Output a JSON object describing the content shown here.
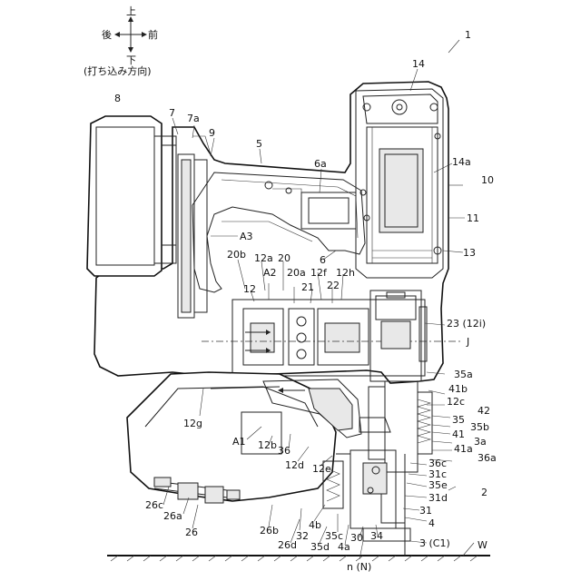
{
  "orientation": {
    "up": "上",
    "down": "下",
    "back": "後",
    "front": "前",
    "caption": "(打ち込み方向)"
  },
  "labels": [
    {
      "id": "label-1",
      "text": "1"
    },
    {
      "id": "label-14",
      "text": "14"
    },
    {
      "id": "label-8",
      "text": "8"
    },
    {
      "id": "label-7",
      "text": "7"
    },
    {
      "id": "label-7a",
      "text": "7a"
    },
    {
      "id": "label-9",
      "text": "9"
    },
    {
      "id": "label-5",
      "text": "5"
    },
    {
      "id": "label-6a",
      "text": "6a"
    },
    {
      "id": "label-14a",
      "text": "14a"
    },
    {
      "id": "label-10",
      "text": "10"
    },
    {
      "id": "label-11",
      "text": "11"
    },
    {
      "id": "label-13",
      "text": "13"
    },
    {
      "id": "label-A3",
      "text": "A3"
    },
    {
      "id": "label-6",
      "text": "6"
    },
    {
      "id": "label-20b",
      "text": "20b"
    },
    {
      "id": "label-12a",
      "text": "12a"
    },
    {
      "id": "label-20",
      "text": "20"
    },
    {
      "id": "label-12f",
      "text": "12f"
    },
    {
      "id": "label-12h",
      "text": "12h"
    },
    {
      "id": "label-12",
      "text": "12"
    },
    {
      "id": "label-A2",
      "text": "A2"
    },
    {
      "id": "label-20a",
      "text": "20a"
    },
    {
      "id": "label-21",
      "text": "21"
    },
    {
      "id": "label-22",
      "text": "22"
    },
    {
      "id": "label-23",
      "text": "23 (12i)"
    },
    {
      "id": "label-J",
      "text": "J"
    },
    {
      "id": "label-35a",
      "text": "35a"
    },
    {
      "id": "label-41b",
      "text": "41b"
    },
    {
      "id": "label-12c",
      "text": "12c"
    },
    {
      "id": "label-42",
      "text": "42"
    },
    {
      "id": "label-35",
      "text": "35"
    },
    {
      "id": "label-35b",
      "text": "35b"
    },
    {
      "id": "label-41",
      "text": "41"
    },
    {
      "id": "label-3a",
      "text": "3a"
    },
    {
      "id": "label-41a",
      "text": "41a"
    },
    {
      "id": "label-36a",
      "text": "36a"
    },
    {
      "id": "label-12g",
      "text": "12g"
    },
    {
      "id": "label-A1",
      "text": "A1"
    },
    {
      "id": "label-12b",
      "text": "12b"
    },
    {
      "id": "label-36",
      "text": "36"
    },
    {
      "id": "label-12d",
      "text": "12d"
    },
    {
      "id": "label-12e",
      "text": "12e"
    },
    {
      "id": "label-36c",
      "text": "36c"
    },
    {
      "id": "label-31c",
      "text": "31c"
    },
    {
      "id": "label-35e",
      "text": "35e"
    },
    {
      "id": "label-2",
      "text": "2"
    },
    {
      "id": "label-31d",
      "text": "31d"
    },
    {
      "id": "label-31",
      "text": "31"
    },
    {
      "id": "label-4",
      "text": "4"
    },
    {
      "id": "label-26c",
      "text": "26c"
    },
    {
      "id": "label-26a",
      "text": "26a"
    },
    {
      "id": "label-26",
      "text": "26"
    },
    {
      "id": "label-26b",
      "text": "26b"
    },
    {
      "id": "label-32",
      "text": "32"
    },
    {
      "id": "label-4b",
      "text": "4b"
    },
    {
      "id": "label-26d",
      "text": "26d"
    },
    {
      "id": "label-35c",
      "text": "35c"
    },
    {
      "id": "label-35d",
      "text": "35d"
    },
    {
      "id": "label-4a",
      "text": "4a"
    },
    {
      "id": "label-30",
      "text": "30"
    },
    {
      "id": "label-34",
      "text": "34"
    },
    {
      "id": "label-3C1",
      "text": "3 (C1)"
    },
    {
      "id": "label-W",
      "text": "W"
    },
    {
      "id": "label-nN",
      "text": "n (N)"
    }
  ]
}
